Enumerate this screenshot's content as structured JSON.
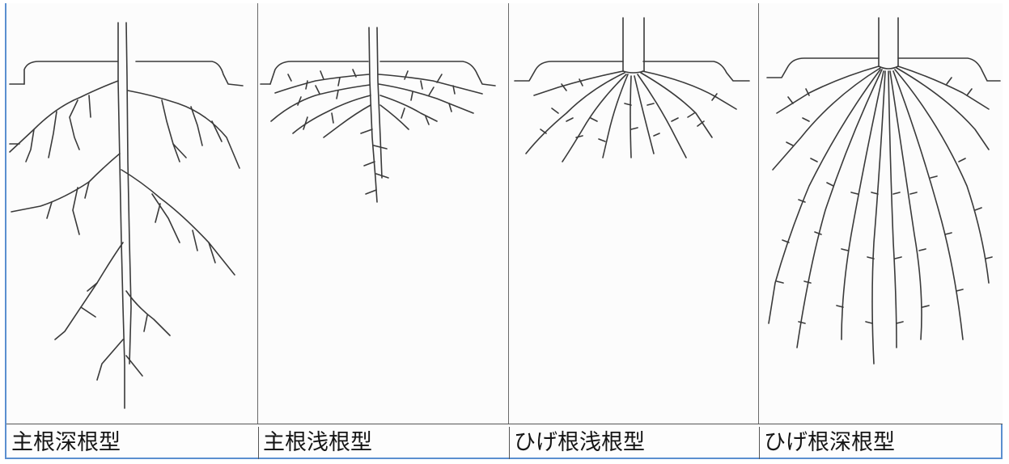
{
  "panels": [
    {
      "label": "主根深根型"
    },
    {
      "label": "主根浅根型"
    },
    {
      "label": "ひげ根浅根型"
    },
    {
      "label": "ひげ根深根型"
    }
  ],
  "colors": {
    "frame": "#5b8fd0",
    "ink": "#3a3a3a"
  }
}
